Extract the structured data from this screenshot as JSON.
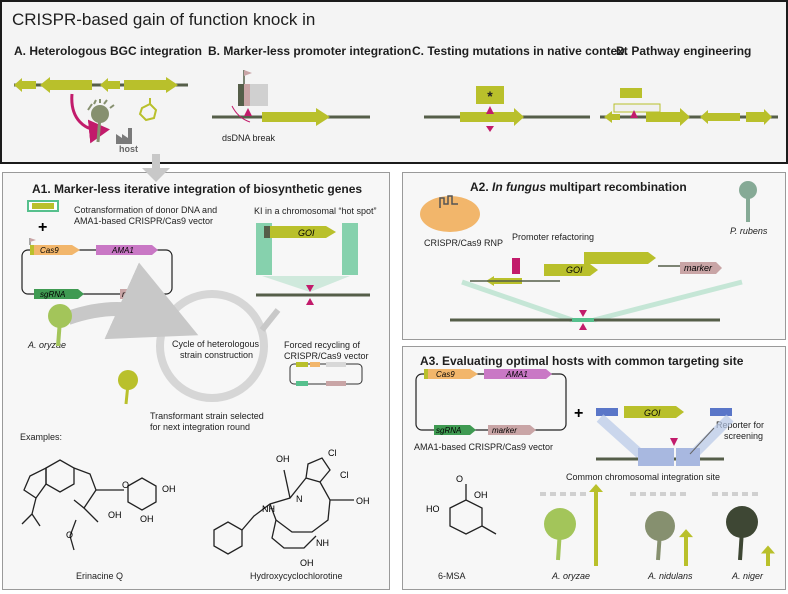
{
  "title": "CRISPR-based gain of function knock in",
  "sections": {
    "a": "A. Heterologous BGC integration",
    "b": "B. Marker-less promoter integration",
    "c": "C. Testing mutations in native context",
    "d": "D. Pathway engineering",
    "a1": "A1. Marker-less iterative integration of biosynthetic genes",
    "a2_prefix": "A2. ",
    "a2_italic": "In fungus",
    "a2_suffix": " multipart recombination",
    "a3": "A3. Evaluating optimal hosts with common targeting site"
  },
  "labels": {
    "host": "host",
    "dsdna_break": "dsDNA break",
    "mutation_star": "*",
    "plus": "+",
    "cotransformation_1": "Cotransformation of donor DNA and",
    "cotransformation_2": "AMA1-based CRISPR/Cas9 vector",
    "cas9": "Cas9",
    "ama1": "AMA1",
    "sgrna": "sgRNA",
    "marker": "marker",
    "ki_hotspot": "KI in a chromosomal “hot spot”",
    "goi": "GOI",
    "a_oryzae": "A. oryzae",
    "cycle_1": "Cycle of heterologous",
    "cycle_2": "strain construction",
    "forced_1": "Forced recycling of",
    "forced_2": "CRISPR/Cas9 vector",
    "transformant_1": "Transformant strain selected",
    "transformant_2": "for next integration round",
    "examples": "Examples:",
    "erinacine": "Erinacine Q",
    "hydroxy": "Hydroxycyclochlorotine",
    "oh": "OH",
    "o": "O",
    "n": "N",
    "h": "H",
    "cl": "Cl",
    "ho": "HO",
    "nh": "NH",
    "crispr_rnp": "CRISPR/Cas9 RNP",
    "promoter_refactoring": "Promoter refactoring",
    "p_rubens": "P. rubens",
    "ama1_vector": "AMA1-based CRISPR/Cas9 vector",
    "reporter_1": "Reporter for",
    "reporter_2": "screening",
    "common_site": "Common chromosomal integration site",
    "msa": "6-MSA",
    "host_oryzae": "A. oryzae",
    "host_nidulans": "A. nidulans",
    "host_niger": "A. niger"
  },
  "colors": {
    "gene": "#b9c02b",
    "gene_dark": "#8f9a18",
    "dna": "#555e49",
    "cas9": "#f2b66b",
    "ama1": "#c978c5",
    "sgrna": "#3f9a52",
    "marker": "#c9a5a6",
    "cut": "#c21b6b",
    "teal": "#56c08d",
    "oryzae": "#a3c55a",
    "nidulans": "#86906f",
    "niger": "#3e4734",
    "blue": "#5a76c8",
    "arrow_grey": "#c8c8c8"
  },
  "host_growth_percent": {
    "a_oryzae": 100,
    "a_nidulans": 45,
    "a_niger": 25
  }
}
